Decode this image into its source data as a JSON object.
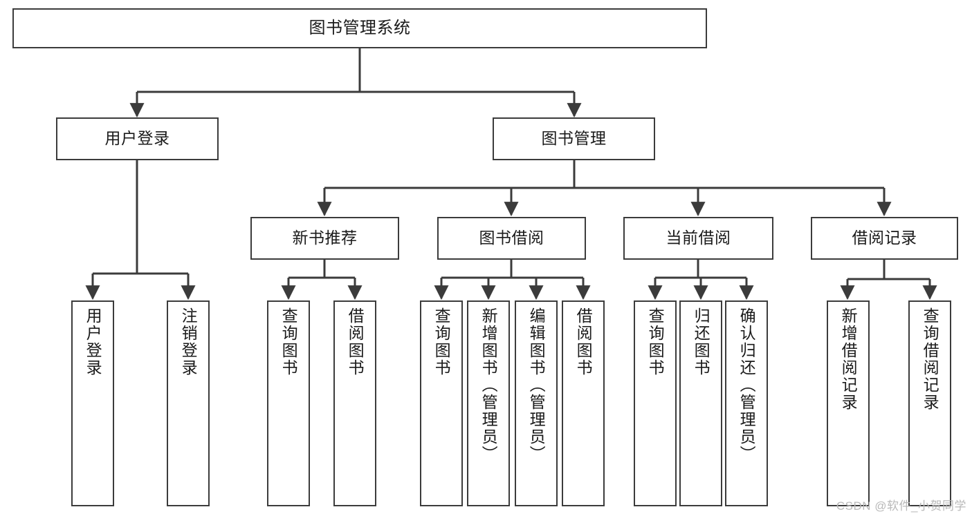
{
  "diagram": {
    "title": "图书管理系统",
    "type": "tree",
    "watermark": "CSDN @软件_小贺同学",
    "stroke_color": "#3b3b3b",
    "fill_color": "#ffffff",
    "text_color": "#1a1a1a",
    "nodes": {
      "root": {
        "label": "图书管理系统"
      },
      "level2": [
        {
          "id": "user-login",
          "label": "用户登录"
        },
        {
          "id": "book-manage",
          "label": "图书管理"
        }
      ],
      "level3": [
        {
          "id": "new-book-recommend",
          "label": "新书推荐"
        },
        {
          "id": "book-borrow",
          "label": "图书借阅"
        },
        {
          "id": "current-borrow",
          "label": "当前借阅"
        },
        {
          "id": "borrow-record",
          "label": "借阅记录"
        }
      ],
      "leaves": {
        "user-login": [
          {
            "id": "leaf-user-login",
            "label": "用户登录"
          },
          {
            "id": "leaf-logout-login",
            "label": "注销登录"
          }
        ],
        "new-book-recommend": [
          {
            "id": "leaf-query-book-1",
            "label": "查询图书"
          },
          {
            "id": "leaf-borrow-book-1",
            "label": "借阅图书"
          }
        ],
        "book-borrow": [
          {
            "id": "leaf-query-book-2",
            "label": "查询图书"
          },
          {
            "id": "leaf-add-book",
            "label": "新增图书（管理员）"
          },
          {
            "id": "leaf-edit-book",
            "label": "编辑图书（管理员）"
          },
          {
            "id": "leaf-borrow-book-2",
            "label": "借阅图书"
          }
        ],
        "current-borrow": [
          {
            "id": "leaf-query-book-3",
            "label": "查询图书"
          },
          {
            "id": "leaf-return-book",
            "label": "归还图书"
          },
          {
            "id": "leaf-confirm-return",
            "label": "确认归还（管理员）"
          }
        ],
        "borrow-record": [
          {
            "id": "leaf-add-borrow-record",
            "label": "新增借阅记录"
          },
          {
            "id": "leaf-query-borrow-record",
            "label": "查询借阅记录"
          }
        ]
      }
    }
  }
}
